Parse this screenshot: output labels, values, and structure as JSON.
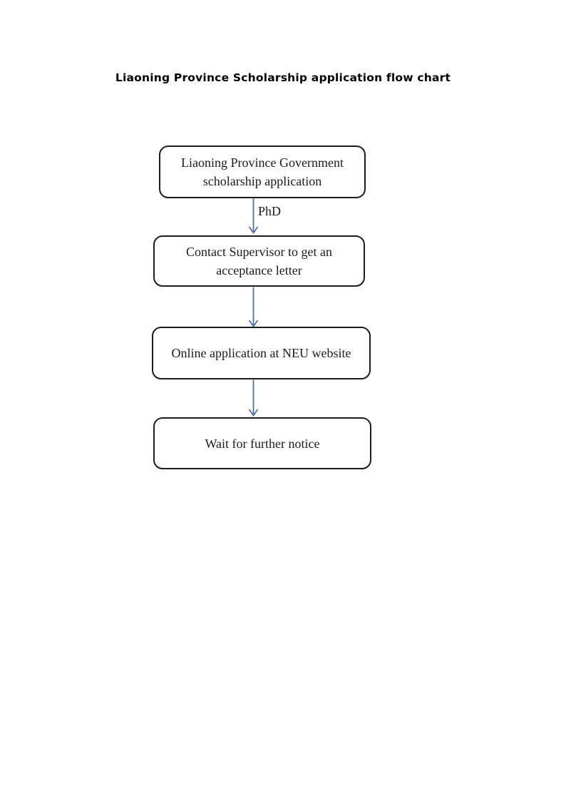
{
  "page": {
    "title": "Liaoning Province Scholarship application flow chart"
  },
  "flowchart": {
    "nodes": [
      {
        "id": "start",
        "lines": [
          "Liaoning Province Government",
          "scholarship application"
        ]
      },
      {
        "id": "contact",
        "lines": [
          "Contact Supervisor to get an",
          "acceptance letter"
        ]
      },
      {
        "id": "online",
        "lines": [
          "Online application at NEU website"
        ]
      },
      {
        "id": "wait",
        "lines": [
          "Wait for further notice"
        ]
      }
    ],
    "edges": [
      {
        "from": "start",
        "to": "contact",
        "label": "PhD"
      },
      {
        "from": "contact",
        "to": "online",
        "label": ""
      },
      {
        "from": "online",
        "to": "wait",
        "label": ""
      }
    ],
    "colors": {
      "arrow": "#4472C4",
      "box_border": "#1c1c1c",
      "title_text": "#000000",
      "body_text": "#1b1b1b",
      "background": "#ffffff"
    }
  }
}
